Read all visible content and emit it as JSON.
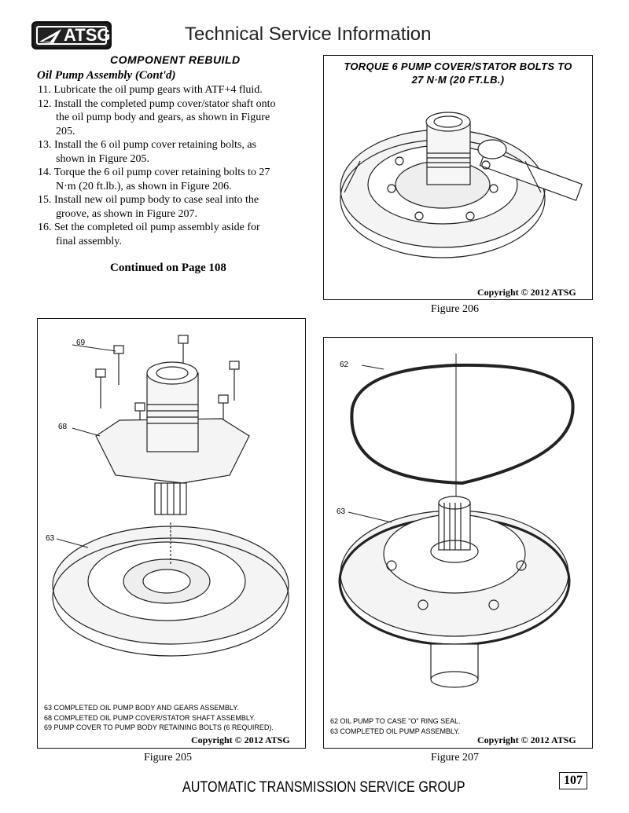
{
  "header": {
    "logo_text": "ATSG",
    "title": "Technical Service Information"
  },
  "section": {
    "heading": "COMPONENT REBUILD",
    "subheading": "Oil Pump Assembly (Cont'd)",
    "steps": [
      "11. Lubricate the oil pump gears with ATF+4 fluid.",
      "12. Install the completed pump cover/stator shaft onto the oil pump body and gears, as shown in Figure 205.",
      "13. Install the 6 oil pump cover retaining bolts, as shown in Figure 205.",
      "14. Torque the 6 oil pump cover retaining bolts to 27 N·m  (20 ft.lb.), as shown in Figure 206.",
      "15. Install new oil pump body to case seal into the groove, as shown in Figure 207.",
      "16. Set the completed oil pump assembly aside for final assembly."
    ],
    "continued": "Continued on Page 108"
  },
  "fig206": {
    "title_line1": "TORQUE 6 PUMP COVER/STATOR BOLTS TO",
    "title_line2": "27 N·M  (20 FT.LB.)",
    "copyright": "Copyright © 2012 ATSG",
    "caption": "Figure 206"
  },
  "fig205": {
    "callouts": {
      "c69": "69",
      "c68": "68",
      "c63": "63"
    },
    "legend": [
      "63  COMPLETED OIL PUMP BODY AND GEARS ASSEMBLY.",
      "68  COMPLETED OIL PUMP COVER/STATOR SHAFT ASSEMBLY.",
      "69  PUMP COVER TO PUMP BODY RETAINING BOLTS  (6 REQUIRED)."
    ],
    "copyright": "Copyright © 2012 ATSG",
    "caption": "Figure 205"
  },
  "fig207": {
    "callouts": {
      "c62": "62",
      "c63": "63"
    },
    "legend": [
      "62  OIL PUMP TO CASE \"O\" RING SEAL.",
      "63  COMPLETED OIL PUMP ASSEMBLY."
    ],
    "copyright": "Copyright © 2012 ATSG",
    "caption": "Figure 207"
  },
  "footer": {
    "org": "AUTOMATIC TRANSMISSION SERVICE GROUP",
    "page_number": "107"
  }
}
